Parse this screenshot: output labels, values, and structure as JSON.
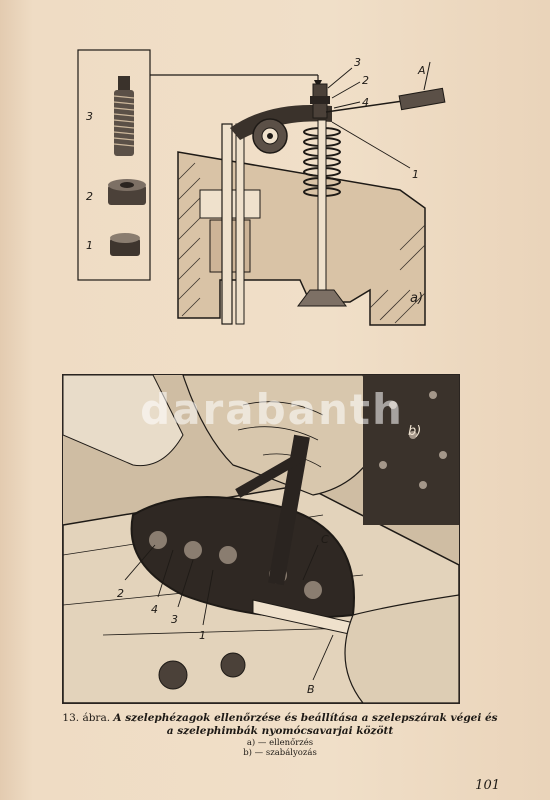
{
  "figure_a": {
    "part_labels": [
      "3",
      "2",
      "1"
    ],
    "callouts": {
      "c3": "3",
      "c2": "2",
      "c4": "4",
      "cA": "A",
      "c1": "1"
    },
    "panel_label": "a)"
  },
  "figure_b": {
    "panel_label": "b)",
    "callouts": {
      "C": "C",
      "n2": "2",
      "n4": "4",
      "n3": "3",
      "n1": "1",
      "B": "B"
    },
    "watermark": "darabanth"
  },
  "caption": {
    "lead": "13. ábra.",
    "title_line1": "A szelephézagok ellenőrzése és beállítása a szelepszárak végei és",
    "title_line2": "a szelephimbák nyomócsavarjai között",
    "items": [
      "a) — ellenőrzés",
      "b) — szabályozás"
    ]
  },
  "page_number": "101"
}
